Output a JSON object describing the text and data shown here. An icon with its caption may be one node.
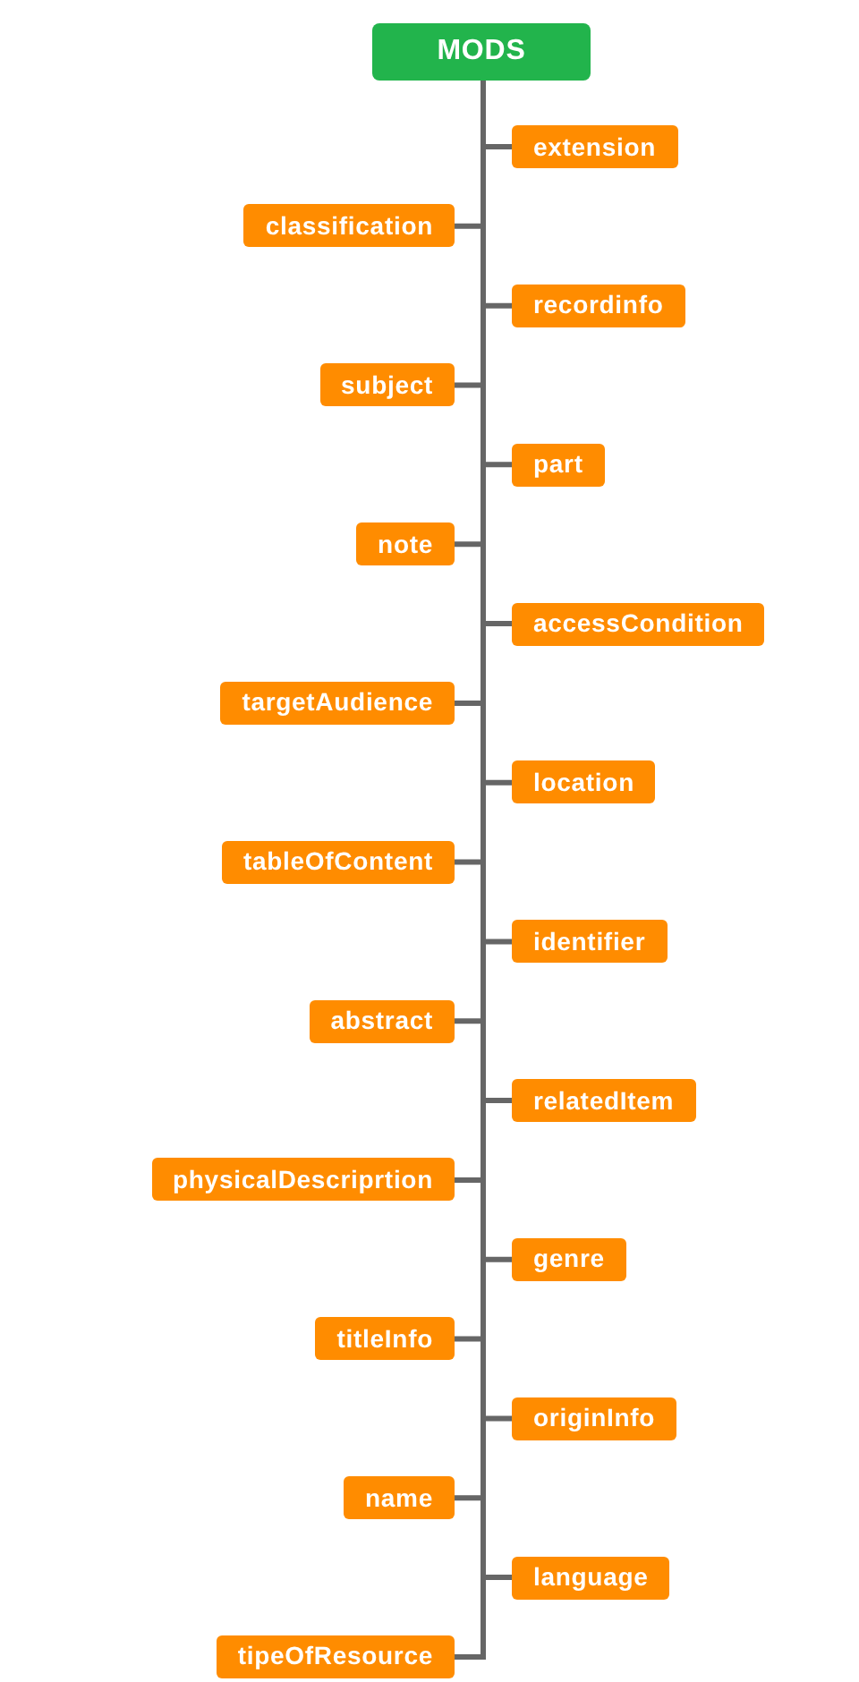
{
  "diagram": {
    "nodes": [
      {
        "text": [
          "MODS"
        ]
      },
      {
        "text": [
          "extension"
        ]
      },
      {
        "text": [
          "classification"
        ]
      },
      {
        "text": [
          "recordinfo"
        ]
      },
      {
        "text": [
          "subject"
        ]
      },
      {
        "text": [
          "part"
        ]
      },
      {
        "text": [
          "note"
        ]
      },
      {
        "text": [
          "accessCondition"
        ]
      },
      {
        "text": [
          "targetAudience"
        ]
      },
      {
        "text": [
          "location"
        ]
      },
      {
        "text": [
          "tableOfContent"
        ]
      },
      {
        "text": [
          "identifier"
        ]
      },
      {
        "text": [
          "abstract"
        ]
      },
      {
        "text": [
          "relatedItem"
        ]
      },
      {
        "text": [
          "physicalDescriprtion"
        ]
      },
      {
        "text": [
          "genre"
        ]
      },
      {
        "text": [
          "titleInfo"
        ]
      },
      {
        "text": [
          "originInfo"
        ]
      },
      {
        "text": [
          "name"
        ]
      },
      {
        "text": [
          "language"
        ]
      },
      {
        "text": [
          "tipeOfResource"
        ]
      }
    ],
    "edges": [
      {
        "from": 0,
        "to": 1,
        "arrow": "none"
      },
      {
        "from": 0,
        "to": 2,
        "arrow": "none"
      },
      {
        "from": 0,
        "to": 3,
        "arrow": "none"
      },
      {
        "from": 0,
        "to": 4,
        "arrow": "none"
      },
      {
        "from": 0,
        "to": 5,
        "arrow": "none"
      },
      {
        "from": 0,
        "to": 6,
        "arrow": "none"
      },
      {
        "from": 0,
        "to": 7,
        "arrow": "none"
      },
      {
        "from": 0,
        "to": 8,
        "arrow": "none"
      },
      {
        "from": 0,
        "to": 9,
        "arrow": "none"
      },
      {
        "from": 0,
        "to": 10,
        "arrow": "none"
      },
      {
        "from": 0,
        "to": 11,
        "arrow": "none"
      },
      {
        "from": 0,
        "to": 12,
        "arrow": "none"
      },
      {
        "from": 0,
        "to": 13,
        "arrow": "none"
      },
      {
        "from": 0,
        "to": 14,
        "arrow": "none"
      },
      {
        "from": 0,
        "to": 15,
        "arrow": "none"
      },
      {
        "from": 0,
        "to": 16,
        "arrow": "none"
      },
      {
        "from": 0,
        "to": 17,
        "arrow": "none"
      },
      {
        "from": 0,
        "to": 18,
        "arrow": "none"
      },
      {
        "from": 0,
        "to": 19,
        "arrow": "none"
      },
      {
        "from": 0,
        "to": 20,
        "arrow": "none"
      }
    ]
  }
}
